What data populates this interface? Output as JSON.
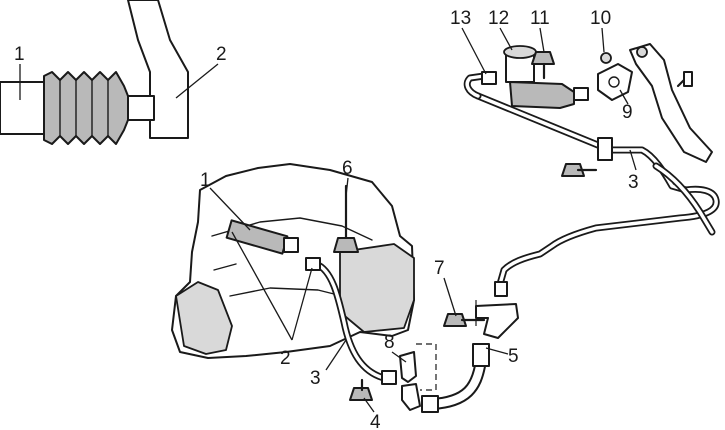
{
  "callouts": {
    "inset_1": "1",
    "inset_2": "2",
    "main_1": "1",
    "main_2": "2",
    "main_3_lower": "3",
    "main_3_upper": "3",
    "main_4": "4",
    "main_5": "5",
    "main_6": "6",
    "main_7": "7",
    "main_8": "8",
    "main_9": "9",
    "main_10": "10",
    "main_11": "11",
    "main_12": "12",
    "main_13": "13"
  },
  "colors": {
    "ink": "#1a1a1a",
    "fill_grey": "#b9b9b9",
    "fill_light": "#d9d9d9",
    "background": "#ffffff"
  }
}
